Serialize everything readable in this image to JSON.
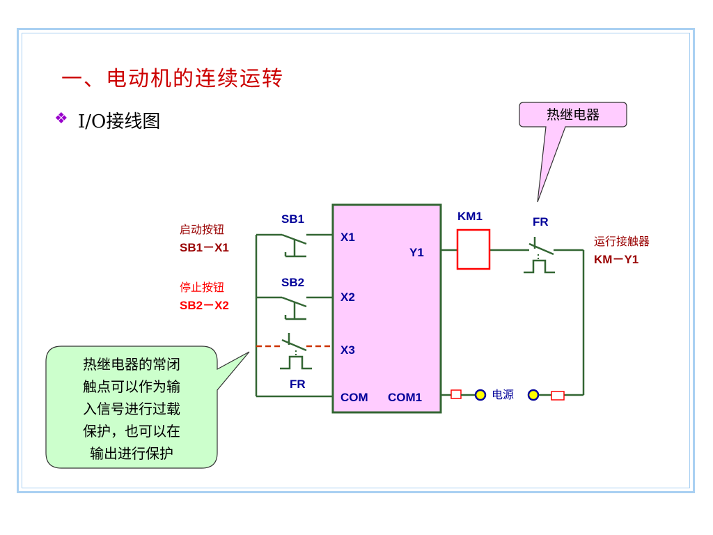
{
  "title": "一、电动机的连续运转",
  "subtitle_bullet": "❖",
  "subtitle": "I/O接线图",
  "callout_top": "热继电器",
  "callout_left": [
    "热继电器的常闭",
    "触点可以作为输",
    "入信号进行过载",
    "保护，也可以在",
    "输出进行保护"
  ],
  "labels": {
    "start_cn": "启动按钮",
    "start_map": "SB1－X1",
    "stop_cn": "停止按钮",
    "stop_map": "SB2－X2",
    "run_cn": "运行接触器",
    "run_map": "KM－Y1",
    "sb1": "SB1",
    "sb2": "SB2",
    "fr_left": "FR",
    "fr_right": "FR",
    "km1": "KM1",
    "power": "电源"
  },
  "plc": {
    "x1": "X1",
    "x2": "X2",
    "x3": "X3",
    "com": "COM",
    "y1": "Y1",
    "com1": "COM1"
  },
  "colors": {
    "frame": "#a9d0f2",
    "title": "#cc0000",
    "bullet": "#9900cc",
    "wire": "#336633",
    "plc_fill": "#ffccff",
    "label_dark_red": "#990000",
    "label_red": "#ff0000",
    "label_blue": "#000099",
    "callout_pink": "#ffccff",
    "callout_green": "#ccffcc",
    "coil": "#ff0000",
    "terminal_fill": "#ffff00",
    "dashed_wire": "#cc3300"
  }
}
